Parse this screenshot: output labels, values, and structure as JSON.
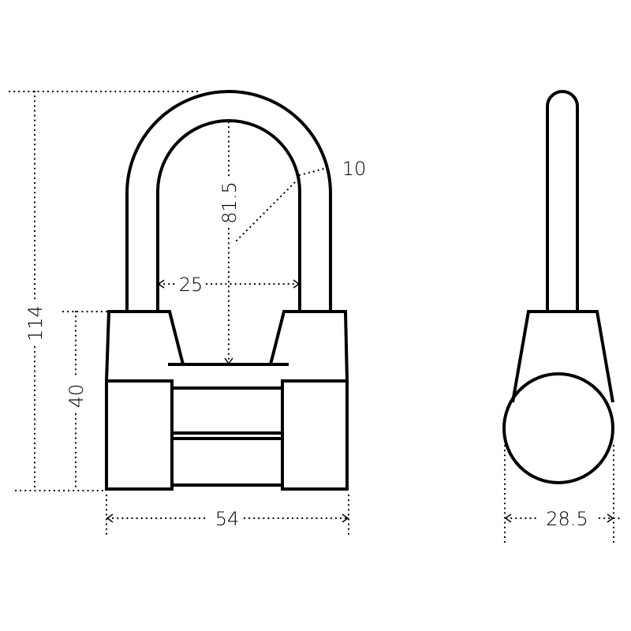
{
  "title": "Padlock dimension drawing",
  "dimensions": {
    "overall_height": "114",
    "body_height": "40",
    "shackle_clearance": "81.5",
    "shackle_inner_width": "25",
    "shackle_diameter": "10",
    "body_width": "54",
    "body_depth": "28.5"
  }
}
